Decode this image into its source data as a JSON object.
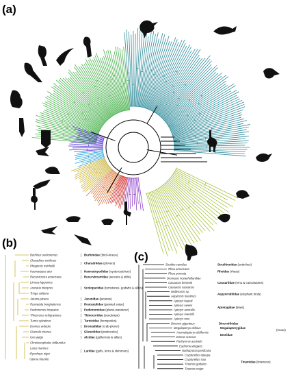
{
  "panels": {
    "a": {
      "label": "(a)"
    },
    "b": {
      "label": "(b)",
      "taxa": [
        "Burhinus oedicnemus",
        "Charadrius vociferus",
        "Phegornis mitchellii",
        "Haematopus ater",
        "Recurvirostra americana",
        "Limosa lapponica",
        "Arenaria interpres",
        "Tringa solitaria",
        "Jacana jacana",
        "Rostratula benghalensis",
        "Pedionomus torquatus",
        "Thinocorus orbignyianus",
        "Turnix sylvaticus",
        "Dromas ardeola",
        "Glareola cinerea",
        "Uria aalge",
        "Chroicocephalus ridibundus",
        "Larus marinus",
        "Rynchops niger",
        "Sterna hirundo"
      ],
      "families": [
        {
          "name": "Burhinidae",
          "note": "(thick-knees)"
        },
        {
          "name": "Charadriidae",
          "note": "(plovers)"
        },
        {
          "name": "Haematopodidae",
          "note": "(oystercatchers)"
        },
        {
          "name": "Recurvirostridae",
          "note": "(avocets & stilts)"
        },
        {
          "name": "Scolopacidae",
          "note": "(turnstones, godwits & allies)"
        },
        {
          "name": "Jacanidae",
          "note": "(jacanas)"
        },
        {
          "name": "Rostratulidae",
          "note": "(painted snipe)"
        },
        {
          "name": "Pedionomidae",
          "note": "(plains-wanderer)"
        },
        {
          "name": "Thinocoridae",
          "note": "(seedsnipe)"
        },
        {
          "name": "Turnicidae",
          "note": "(hemipodes)"
        },
        {
          "name": "Dromadidae",
          "note": "(crab-plover)"
        },
        {
          "name": "Glareolidae",
          "note": "(pratincoles)"
        },
        {
          "name": "Alcidae",
          "note": "(guillemots & allies)"
        },
        {
          "name": "Laridae",
          "note": "(gulls, terns & skimmers)"
        }
      ]
    },
    "c": {
      "label": "(c)",
      "taxa": [
        "Struthio camelus",
        "Rhea americana",
        "Rhea pennata",
        "Dromaius novaehollandiae",
        "Casuarius bennetti",
        "Casuarius casuarius",
        "Mullerornis sp.",
        "Aepyornis maximus",
        "Apteryx haastii",
        "Apteryx owenii",
        "Apteryx australis",
        "Apteryx mantelli",
        "Apteryx rowi",
        "Dinornis giganteus",
        "Megalapteryx didinus",
        "Anomalopteryx didiformis",
        "Emeus crassus",
        "Pachyornis australis",
        "Eudromia elegans",
        "Nothoprocta perdicaria",
        "Crypturellus tataupa",
        "Crypturellus soui",
        "Tinamus guttatus",
        "Tinamus major"
      ],
      "families": [
        {
          "name": "Struthionidae",
          "note": "(ostriches)"
        },
        {
          "name": "Rheidae",
          "note": "(rheas)"
        },
        {
          "name": "Casuariidae",
          "note": "(emu & cassowaries)"
        },
        {
          "name": "Aepyornithidae",
          "note": "(elephant birds)"
        },
        {
          "name": "Apterygidae",
          "note": "(kiwis)"
        },
        {
          "name": "Dinornithidae",
          "note": ""
        },
        {
          "name": "Megalapterygidae",
          "note": ""
        },
        {
          "name": "Emeidae",
          "note": ""
        },
        {
          "name": "",
          "note": "(moas)"
        },
        {
          "name": "Tinamidae",
          "note": "(tinamous)"
        }
      ]
    }
  },
  "colors": {
    "palaeognath_tips": "#a7c13c",
    "passerine_tips": "#2e8b9a",
    "landbird_tips": "#46b04a",
    "shorebird_tips": "#c9b233",
    "backbone": "#000000"
  }
}
